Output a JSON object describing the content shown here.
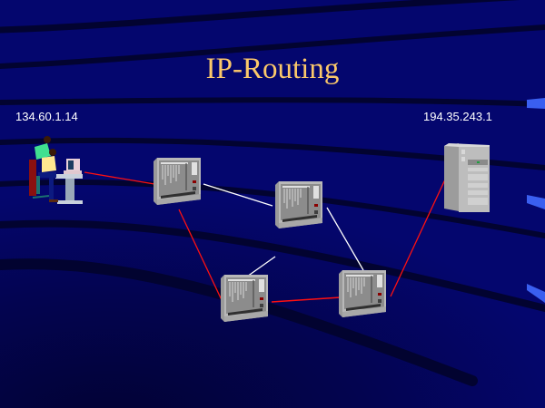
{
  "slide": {
    "title": "IP-Routing",
    "colors": {
      "background": "#04066e",
      "title": "#fbc86a",
      "label": "#ffffff",
      "path_link": "#ff1010",
      "other_link": "#ffffff"
    }
  },
  "hosts": [
    {
      "id": "client",
      "type": "workstation-with-users",
      "ip_label": "134.60.1.14"
    },
    {
      "id": "server",
      "type": "tower-server",
      "ip_label": "194.35.243.1"
    }
  ],
  "routers": [
    {
      "id": "router-1"
    },
    {
      "id": "router-2"
    },
    {
      "id": "router-3"
    },
    {
      "id": "router-4"
    }
  ],
  "links": [
    {
      "from": "client",
      "to": "router-1",
      "route": true
    },
    {
      "from": "router-1",
      "to": "router-2",
      "route": false
    },
    {
      "from": "router-1",
      "to": "router-3",
      "route": true
    },
    {
      "from": "router-2",
      "to": "router-3",
      "route": false
    },
    {
      "from": "router-2",
      "to": "router-4",
      "route": false
    },
    {
      "from": "router-3",
      "to": "router-4",
      "route": true
    },
    {
      "from": "router-4",
      "to": "server",
      "route": true
    }
  ]
}
